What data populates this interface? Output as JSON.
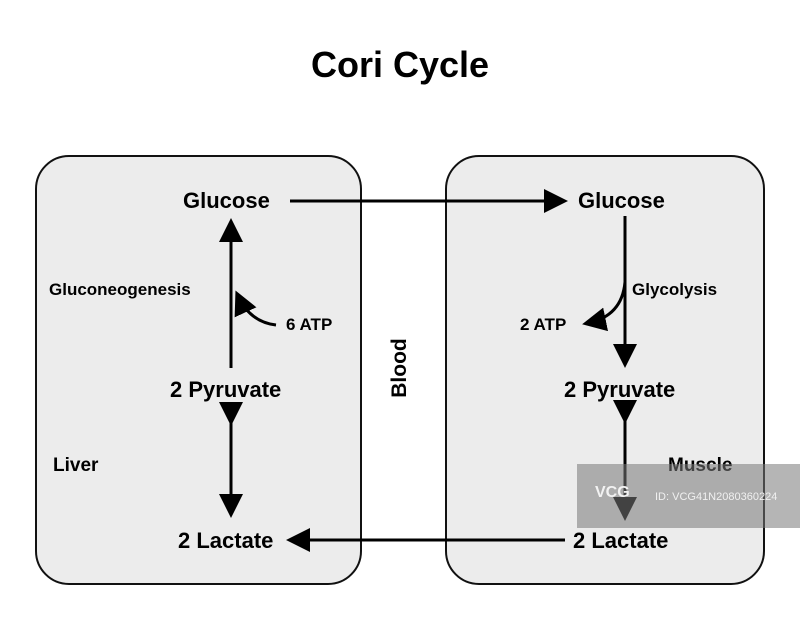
{
  "title": "Cori Cycle",
  "compartments": {
    "liver": {
      "label": "Liver",
      "glucose": "Glucose",
      "pyruvate": "2 Pyruvate",
      "lactate": "2 Lactate",
      "process": "Gluconeogenesis",
      "energy": "6 ATP"
    },
    "blood": {
      "label": "Blood"
    },
    "muscle": {
      "label": "Muscle",
      "glucose": "Glucose",
      "pyruvate": "2 Pyruvate",
      "lactate": "2 Lactate",
      "process": "Glycolysis",
      "energy": "2 ATP"
    }
  },
  "watermark": {
    "logo": "VCG",
    "id": "ID: VCG41N2080360224"
  },
  "colors": {
    "box_fill": "#ececec",
    "stroke": "#111111"
  }
}
